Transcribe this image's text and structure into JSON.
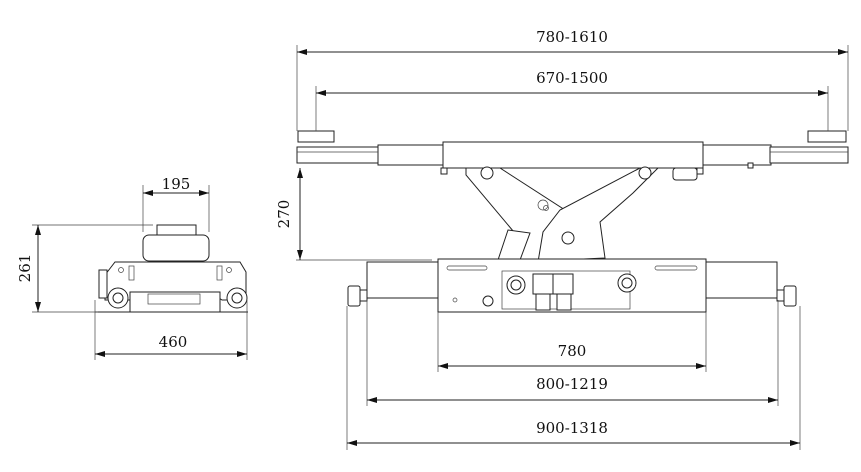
{
  "title": "Rolling jack dimension drawing",
  "side_view": {
    "dims": {
      "pad_width": "195",
      "height": "261",
      "width": "460"
    }
  },
  "front_view": {
    "dims": {
      "outer_span": "780-1610",
      "pad_span": "670-1500",
      "height": "270",
      "base_box": "780",
      "wheel_track_inner": "800-1219",
      "wheel_track_outer": "900-1318"
    }
  },
  "colors": {
    "line": "#222222",
    "background": "#ffffff"
  }
}
